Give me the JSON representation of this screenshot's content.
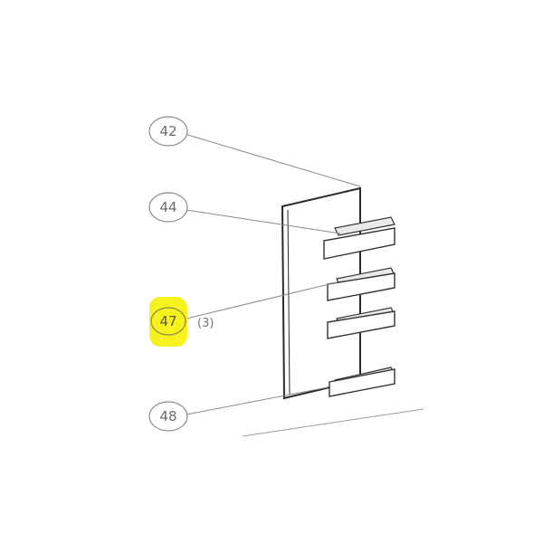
{
  "callouts": [
    {
      "id": "42",
      "label": "42"
    },
    {
      "id": "44",
      "label": "44"
    },
    {
      "id": "47",
      "label": "47",
      "qty": "(3)"
    },
    {
      "id": "48",
      "label": "48"
    }
  ],
  "colors": {
    "highlight": "#f7f21d",
    "line": "#8a8a8a",
    "outline": "#2b2b2b"
  }
}
